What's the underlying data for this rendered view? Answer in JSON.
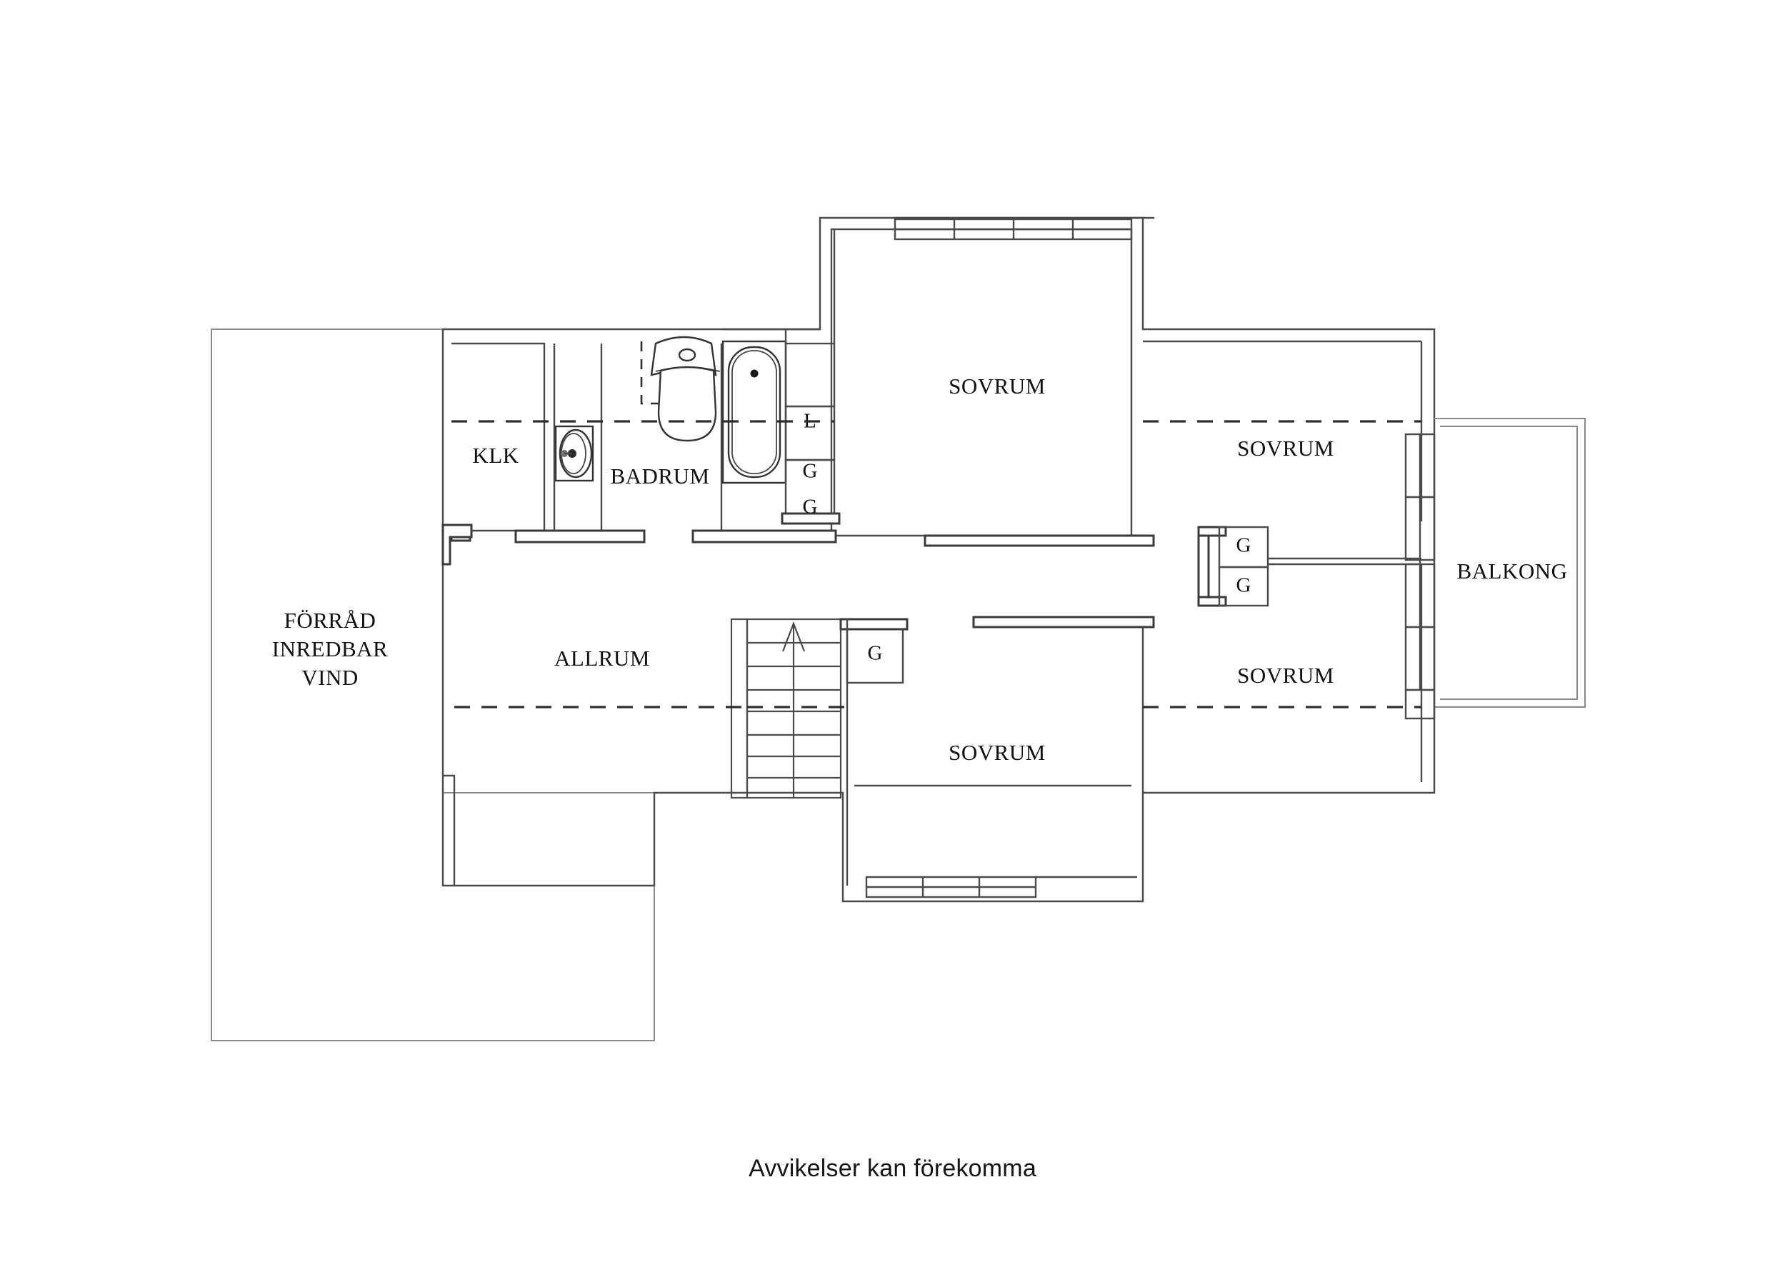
{
  "document": {
    "type": "floor-plan",
    "caption": "Avvikelser kan förekomma",
    "background_color": "#ffffff",
    "line_color": "#3a3a3a"
  },
  "rooms": {
    "attic": {
      "label_line1": "FÖRRÅD",
      "label_line2": "INREDBAR",
      "label_line3": "VIND"
    },
    "klk": {
      "label": "KLK"
    },
    "bathroom": {
      "label": "BADRUM"
    },
    "living": {
      "label": "ALLRUM"
    },
    "bedroom_top": {
      "label": "SOVRUM"
    },
    "bedroom_right_top": {
      "label": "SOVRUM"
    },
    "bedroom_right_bottom": {
      "label": "SOVRUM"
    },
    "bedroom_bottom": {
      "label": "SOVRUM"
    },
    "balcony": {
      "label": "BALKONG"
    }
  },
  "closets": {
    "laundry": {
      "label": "L"
    },
    "hall_upper": {
      "label": "G"
    },
    "hall_lower": {
      "label": "G"
    },
    "stair_side": {
      "label": "G"
    },
    "bedroom_right_upper": {
      "label": "G"
    },
    "bedroom_right_lower": {
      "label": "G"
    }
  },
  "fixtures": {
    "toilet": "toilet-fixture",
    "bathtub": "bathtub-fixture",
    "sink": "sink-fixture",
    "staircase": "staircase-up",
    "stair_direction": "up"
  },
  "windows": {
    "top_band_segments": 4,
    "bottom_band_segments": 3,
    "balcony_wall_segments": 4
  }
}
